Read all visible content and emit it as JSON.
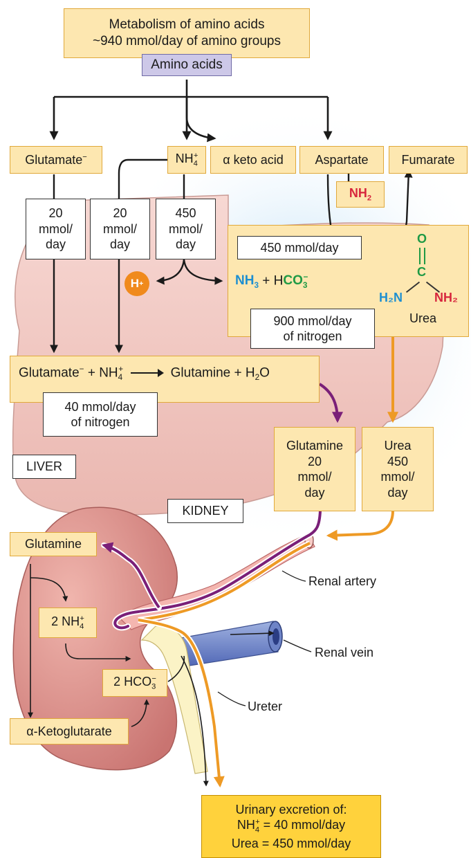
{
  "header": {
    "title_line1": "Metabolism of amino acids",
    "title_line2": "~940 mmol/day of amino groups",
    "amino_acids": "Amino acids"
  },
  "liver_top": {
    "glutamate": "Glutamate",
    "glutamate_charge": "−",
    "ammonium_base": "NH",
    "ammonium_sub": "4",
    "ammonium_sup": "+",
    "keto_acid": "α keto acid",
    "aspartate": "Aspartate",
    "aspartate_nh2_base": "NH",
    "aspartate_nh2_sub": "2",
    "fumarate": "Fumarate"
  },
  "flux_boxes": {
    "glutamate_flux": [
      "20",
      "mmol/",
      "day"
    ],
    "ammonium_flux": [
      "20",
      "mmol/",
      "day"
    ],
    "urea_cycle_flux": [
      "450",
      "mmol/",
      "day"
    ]
  },
  "urea_panel": {
    "flux_label": "450 mmol/day",
    "nh3_base": "NH",
    "nh3_sub": "3",
    "plus": "+",
    "h": "H",
    "co3_base": "CO",
    "co3_sub": "3",
    "co3_sup": "−",
    "h_plus_base": "H",
    "h_plus_sup": "+",
    "urea_o": "O",
    "urea_c": "C",
    "urea_h2n": "H₂N",
    "urea_nh2": "NH₂",
    "urea_name": "Urea",
    "nitrogen_line1": "900 mmol/day",
    "nitrogen_line2": "of nitrogen"
  },
  "glutamine_synthesis": {
    "glutamate": "Glutamate",
    "glutamate_charge": "−",
    "plus1": "+",
    "ammonium_base": "NH",
    "ammonium_sub": "4",
    "ammonium_sup": "+",
    "product": "Glutamine + H",
    "water_sub": "2",
    "water_o": "O",
    "nitrogen_line1": "40 mmol/day",
    "nitrogen_line2": "of nitrogen"
  },
  "organs": {
    "liver": "LIVER",
    "kidney": "KIDNEY"
  },
  "transport": {
    "glutamine_lines": [
      "Glutamine",
      "20",
      "mmol/",
      "day"
    ],
    "urea_lines": [
      "Urea",
      "450",
      "mmol/",
      "day"
    ]
  },
  "kidney": {
    "glutamine": "Glutamine",
    "ammonium_base": "2 NH",
    "ammonium_sub": "4",
    "ammonium_sup": "+",
    "bicarb_base": "2 HCO",
    "bicarb_sub": "3",
    "bicarb_sup": "−",
    "ketoglutarate": "α-Ketoglutarate",
    "renal_artery": "Renal artery",
    "renal_vein": "Renal vein",
    "ureter": "Ureter"
  },
  "excretion": {
    "line1": "Urinary excretion of:",
    "nh4_base": "NH",
    "nh4_sub": "4",
    "nh4_sup": "+",
    "nh4_value": "= 40 mmol/day",
    "urea_value": "Urea = 450 mmol/day"
  },
  "colors": {
    "box_fill": "#fde7b0",
    "box_border": "#e0a83a",
    "liver": "#f2c9c3",
    "kidney": "#d98c88",
    "purple_arrow": "#7a1f78",
    "orange_arrow": "#ee9a25",
    "nh3_blue": "#1e8fd0",
    "co3_green": "#1f9a45",
    "nh2_red": "#d7263d",
    "h_plus_orange": "#f08a1c",
    "excretion_fill": "#ffd23c"
  }
}
